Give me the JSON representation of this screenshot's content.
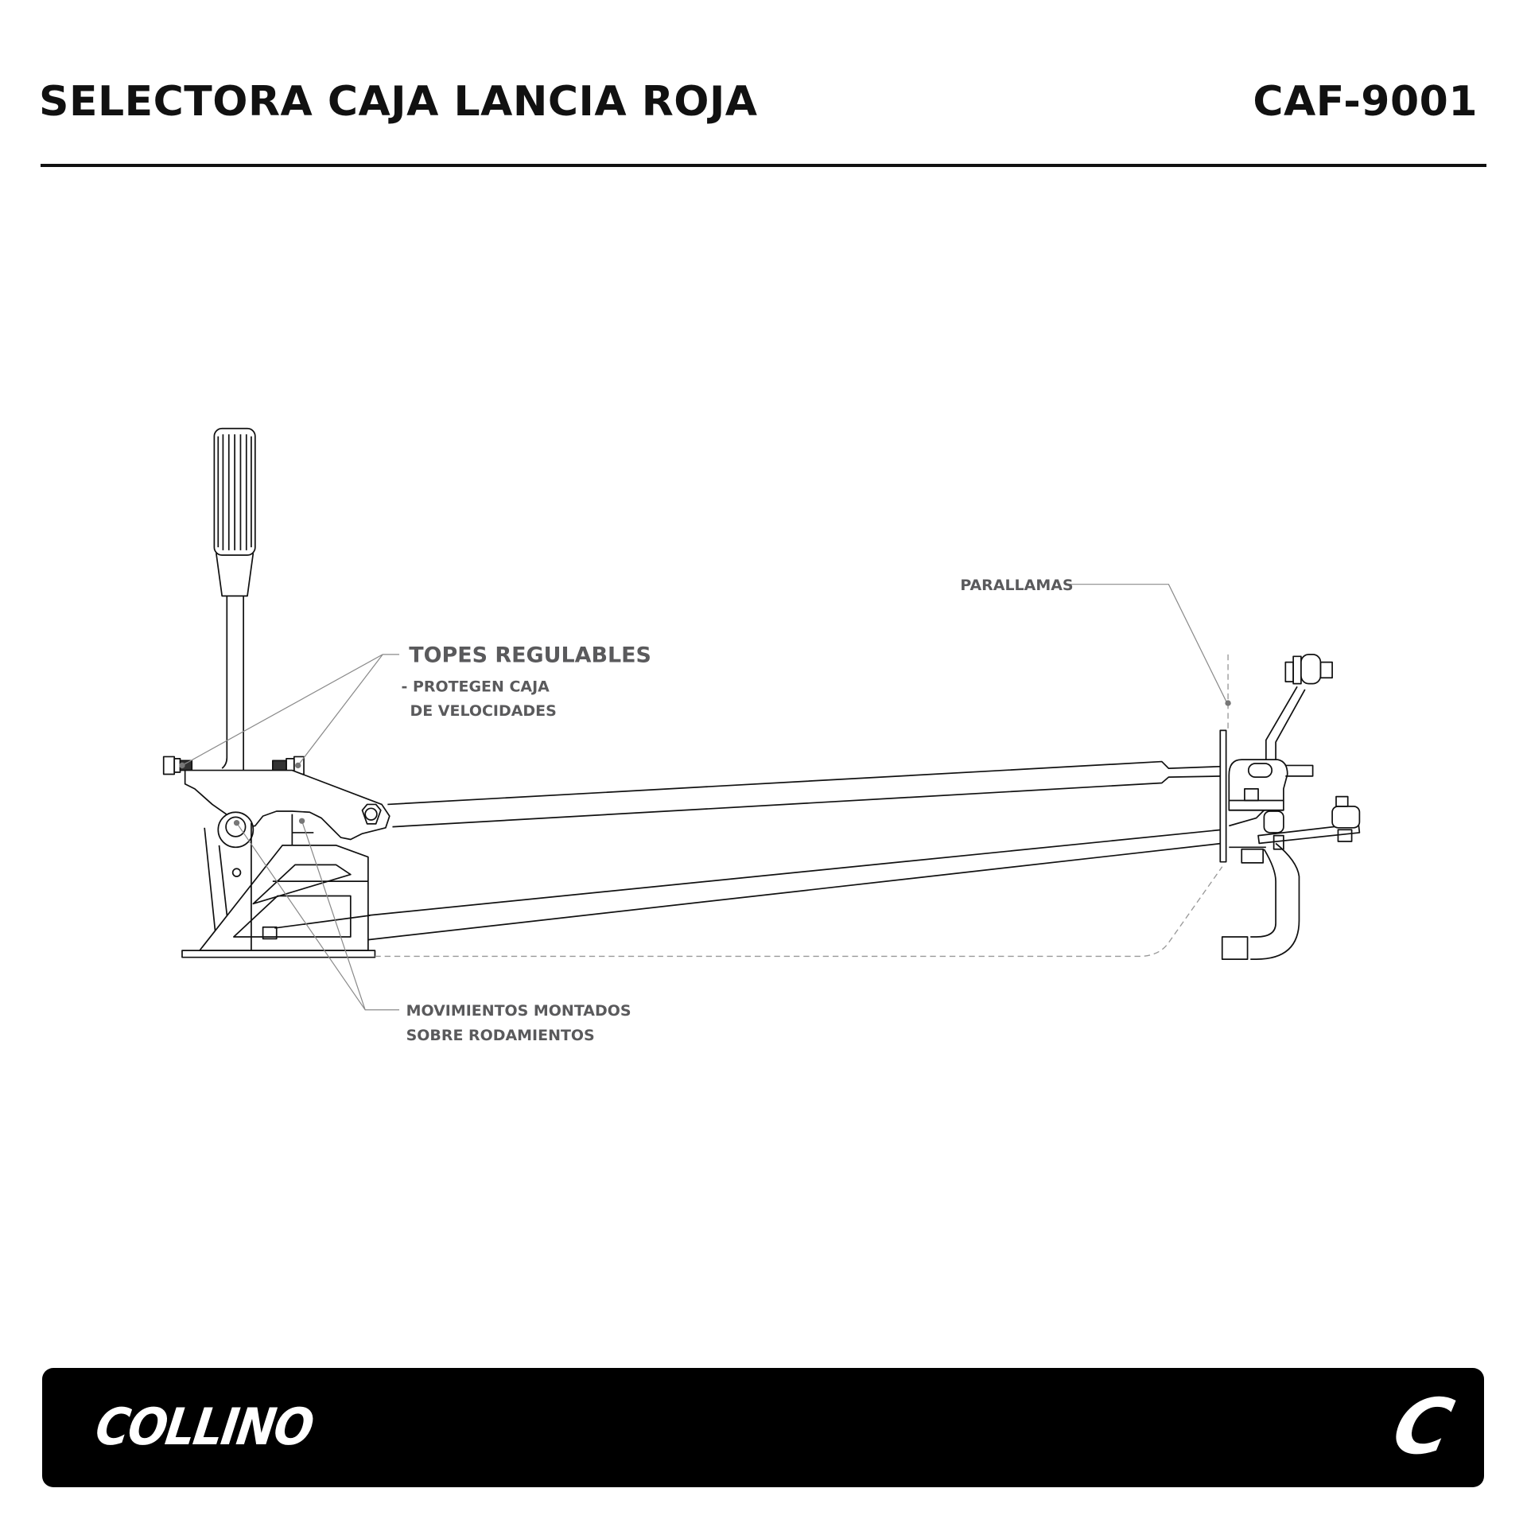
{
  "header": {
    "title": "SELECTORA CAJA LANCIA ROJA",
    "code": "CAF-9001"
  },
  "annotations": {
    "topes_title": "TOPES REGULABLES",
    "topes_line1": "- PROTEGEN CAJA",
    "topes_line2": "DE VELOCIDADES",
    "parallamas": "PARALLAMAS",
    "movimientos_line1": "MOVIMIENTOS MONTADOS",
    "movimientos_line2": "SOBRE RODAMIENTOS"
  },
  "footer": {
    "brand": "COLLINO",
    "mark": "C"
  },
  "colors": {
    "line": "#111111",
    "label": "#5a5a5c",
    "leader": "#8a8a8a",
    "footer_bg": "#000000"
  }
}
